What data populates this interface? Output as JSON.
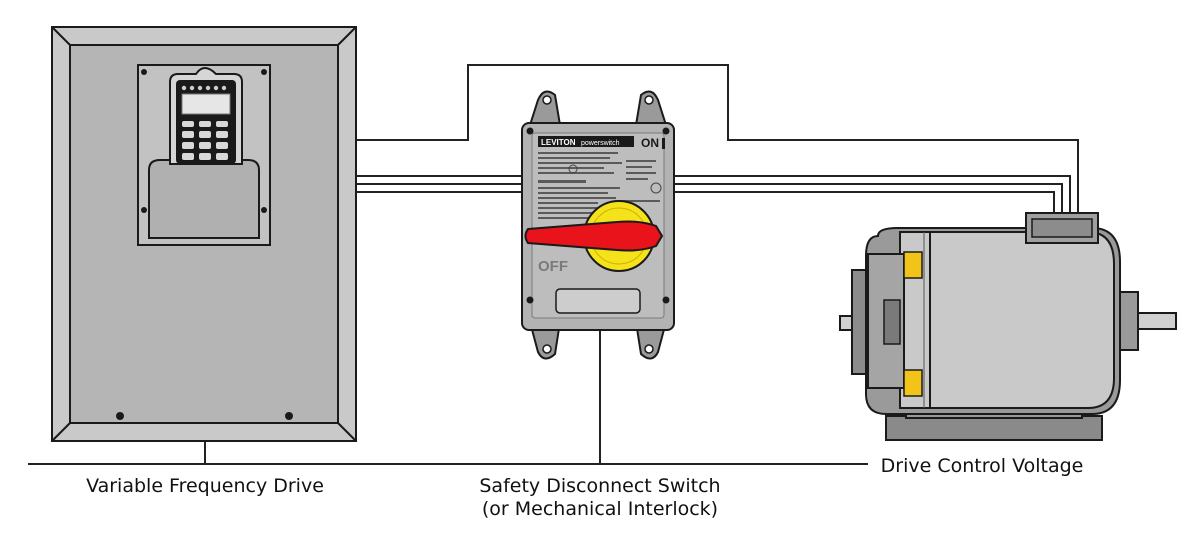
{
  "labels": {
    "vfd": "Variable Frequency Drive",
    "switch_line1": "Safety Disconnect Switch",
    "switch_line2": "(or Mechanical Interlock)",
    "motor": "Drive Control Voltage"
  },
  "switch_plate": {
    "brand": "LEVITON",
    "sub_brand": "powerswitch",
    "on_text": "ON",
    "off_text": "OFF"
  },
  "colors": {
    "handle_red": "#e8131b",
    "hub_yellow": "#f5e21a",
    "enclosure_gray": "#b3b3b3",
    "motor_gray": "#c9c9c9",
    "accent_yellow": "#f2c41a"
  }
}
